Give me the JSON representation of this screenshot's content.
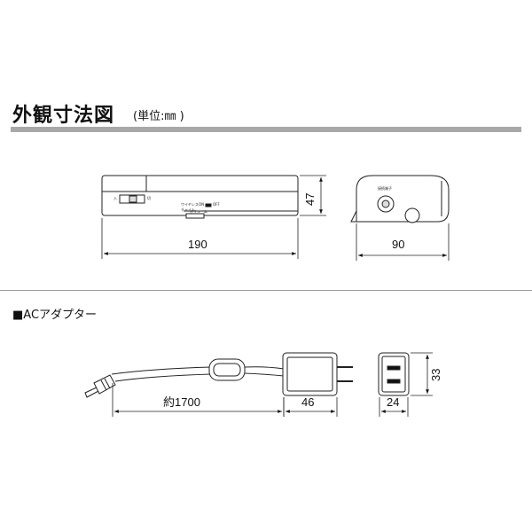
{
  "title": "外観寸法図",
  "unit_note": "(単位:㎜ )",
  "main_unit": {
    "front_view": {
      "width_dim": "190",
      "height_dim": "47",
      "switch_labels": [
        "入",
        "切"
      ],
      "panel_labels": [
        "ワイヤレス",
        "チャイム",
        "ON",
        "OFF",
        "ボリューム"
      ]
    },
    "side_view": {
      "depth_dim": "90",
      "jack_label": "接続端子"
    }
  },
  "ac_adapter": {
    "heading": "■ACアダプター",
    "cord_length_dim": "約1700",
    "body_width_dim": "46",
    "end_width_dim": "24",
    "end_height_dim": "33"
  }
}
